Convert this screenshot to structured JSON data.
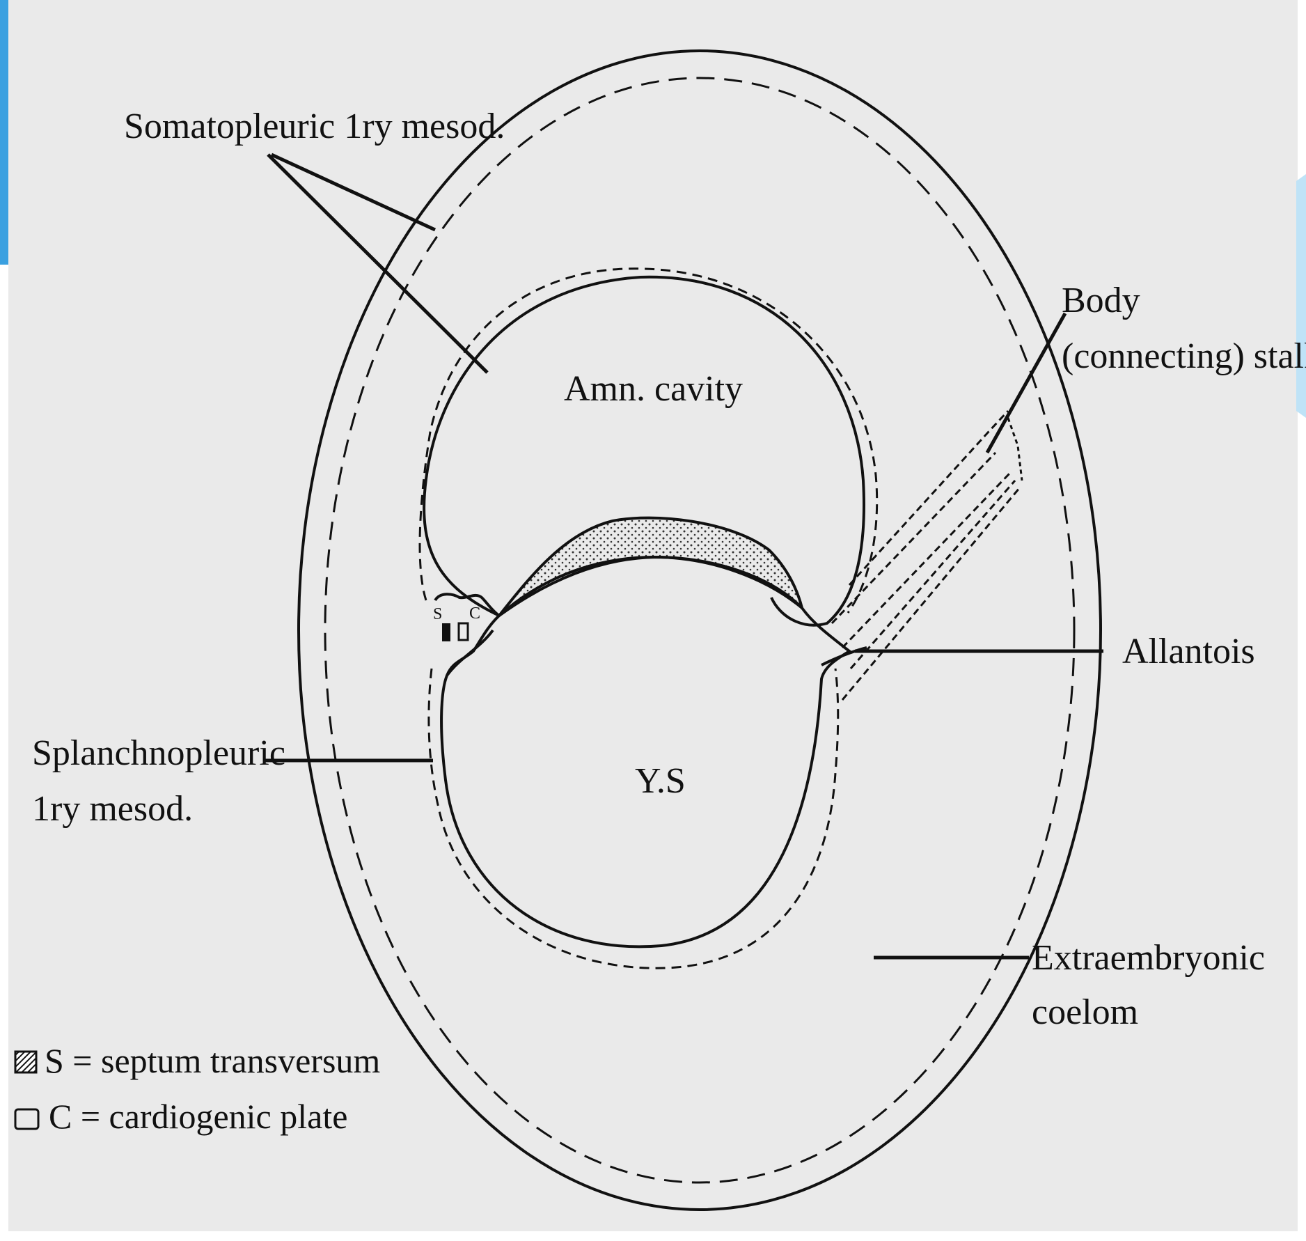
{
  "colors": {
    "background": "#eaeaea",
    "accent_blue": "#3aa0e0",
    "ink": "#111111"
  },
  "labels": {
    "somatopleuric": "Somatopleuric 1ry mesod.",
    "amnion": "Amn. cavity",
    "body_stalk_line1": "Body",
    "body_stalk_line2": "(connecting) stalk",
    "allantois": "Allantois",
    "splanchnopleuric_line1": "Splanchnopleuric",
    "splanchnopleuric_line2": "1ry mesod.",
    "yolk_sac": "Y.S",
    "extraembryonic_line1": "Extraembryonic",
    "extraembryonic_line2": "coelom",
    "mark_s": "S",
    "mark_c": "C"
  },
  "legend": {
    "septum": "S = septum transversum",
    "cardiogenic": "C = cardiogenic plate",
    "septum_icon": "hatched-square-icon",
    "cardiogenic_icon": "open-square-icon"
  }
}
